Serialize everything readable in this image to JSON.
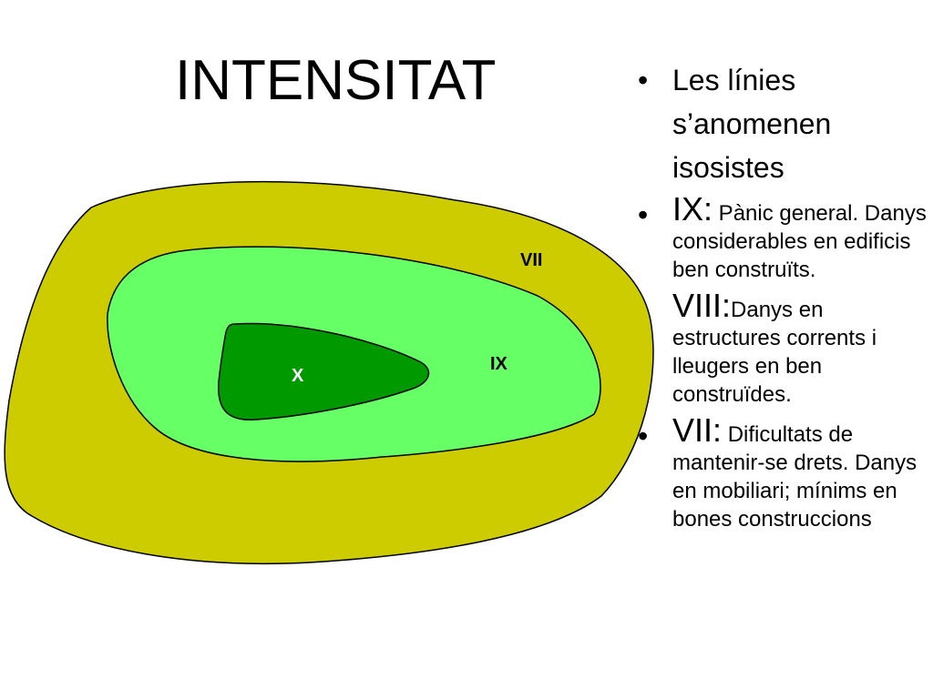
{
  "slide": {
    "title": "INTENSITAT"
  },
  "map": {
    "zones": [
      {
        "id": "VII",
        "label": "VII",
        "color": "#cccc00"
      },
      {
        "id": "IX",
        "label": "IX",
        "color": "#66ff66"
      },
      {
        "id": "X",
        "label": "X",
        "color": "#009900"
      }
    ],
    "outline_color": "#000000",
    "x_label_color": "#ffffff"
  },
  "bullets": {
    "marker": "•",
    "items": [
      {
        "text": "Les línies s’anomenen isosistes"
      },
      {
        "lead": "IX:",
        "text": " Pànic general. Danys considerables en edificis ben construïts."
      },
      {
        "lead": "VIII:",
        "text": "Danys en estructures corrents i lleugers en ben construïdes."
      },
      {
        "lead": "VII:",
        "text": " Dificultats de mantenir-se drets. Danys en mobiliari; mínims en bones construccions"
      }
    ]
  }
}
